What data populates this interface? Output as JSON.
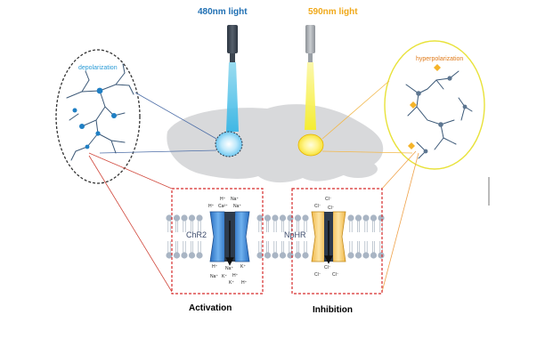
{
  "lights": {
    "blue_label": "480nm light",
    "yellow_label": "590nm light",
    "blue_color": "#1f6fb3",
    "yellow_color": "#f0a91a"
  },
  "neurons": {
    "left_label": "depolarization",
    "right_label": "hyperpolarization"
  },
  "channels": {
    "left_name": "ChR2",
    "right_name": "NpHR",
    "left_ions_top": [
      "H⁺",
      "Na⁺",
      "H⁺",
      "Ca²⁺",
      "Na⁺"
    ],
    "left_ions_bottom": [
      "H⁺",
      "Na⁺",
      "K⁺",
      "Na⁺",
      "K⁺",
      "H⁺",
      "K⁺",
      "H⁺"
    ],
    "right_ions_top": [
      "Cl⁻",
      "Cl⁻",
      "Cl⁻"
    ],
    "right_ions_bottom": [
      "Cl⁻",
      "Cl⁻",
      "Cl⁻"
    ]
  },
  "captions": {
    "activation": "Activation",
    "inhibition": "Inhibition"
  }
}
